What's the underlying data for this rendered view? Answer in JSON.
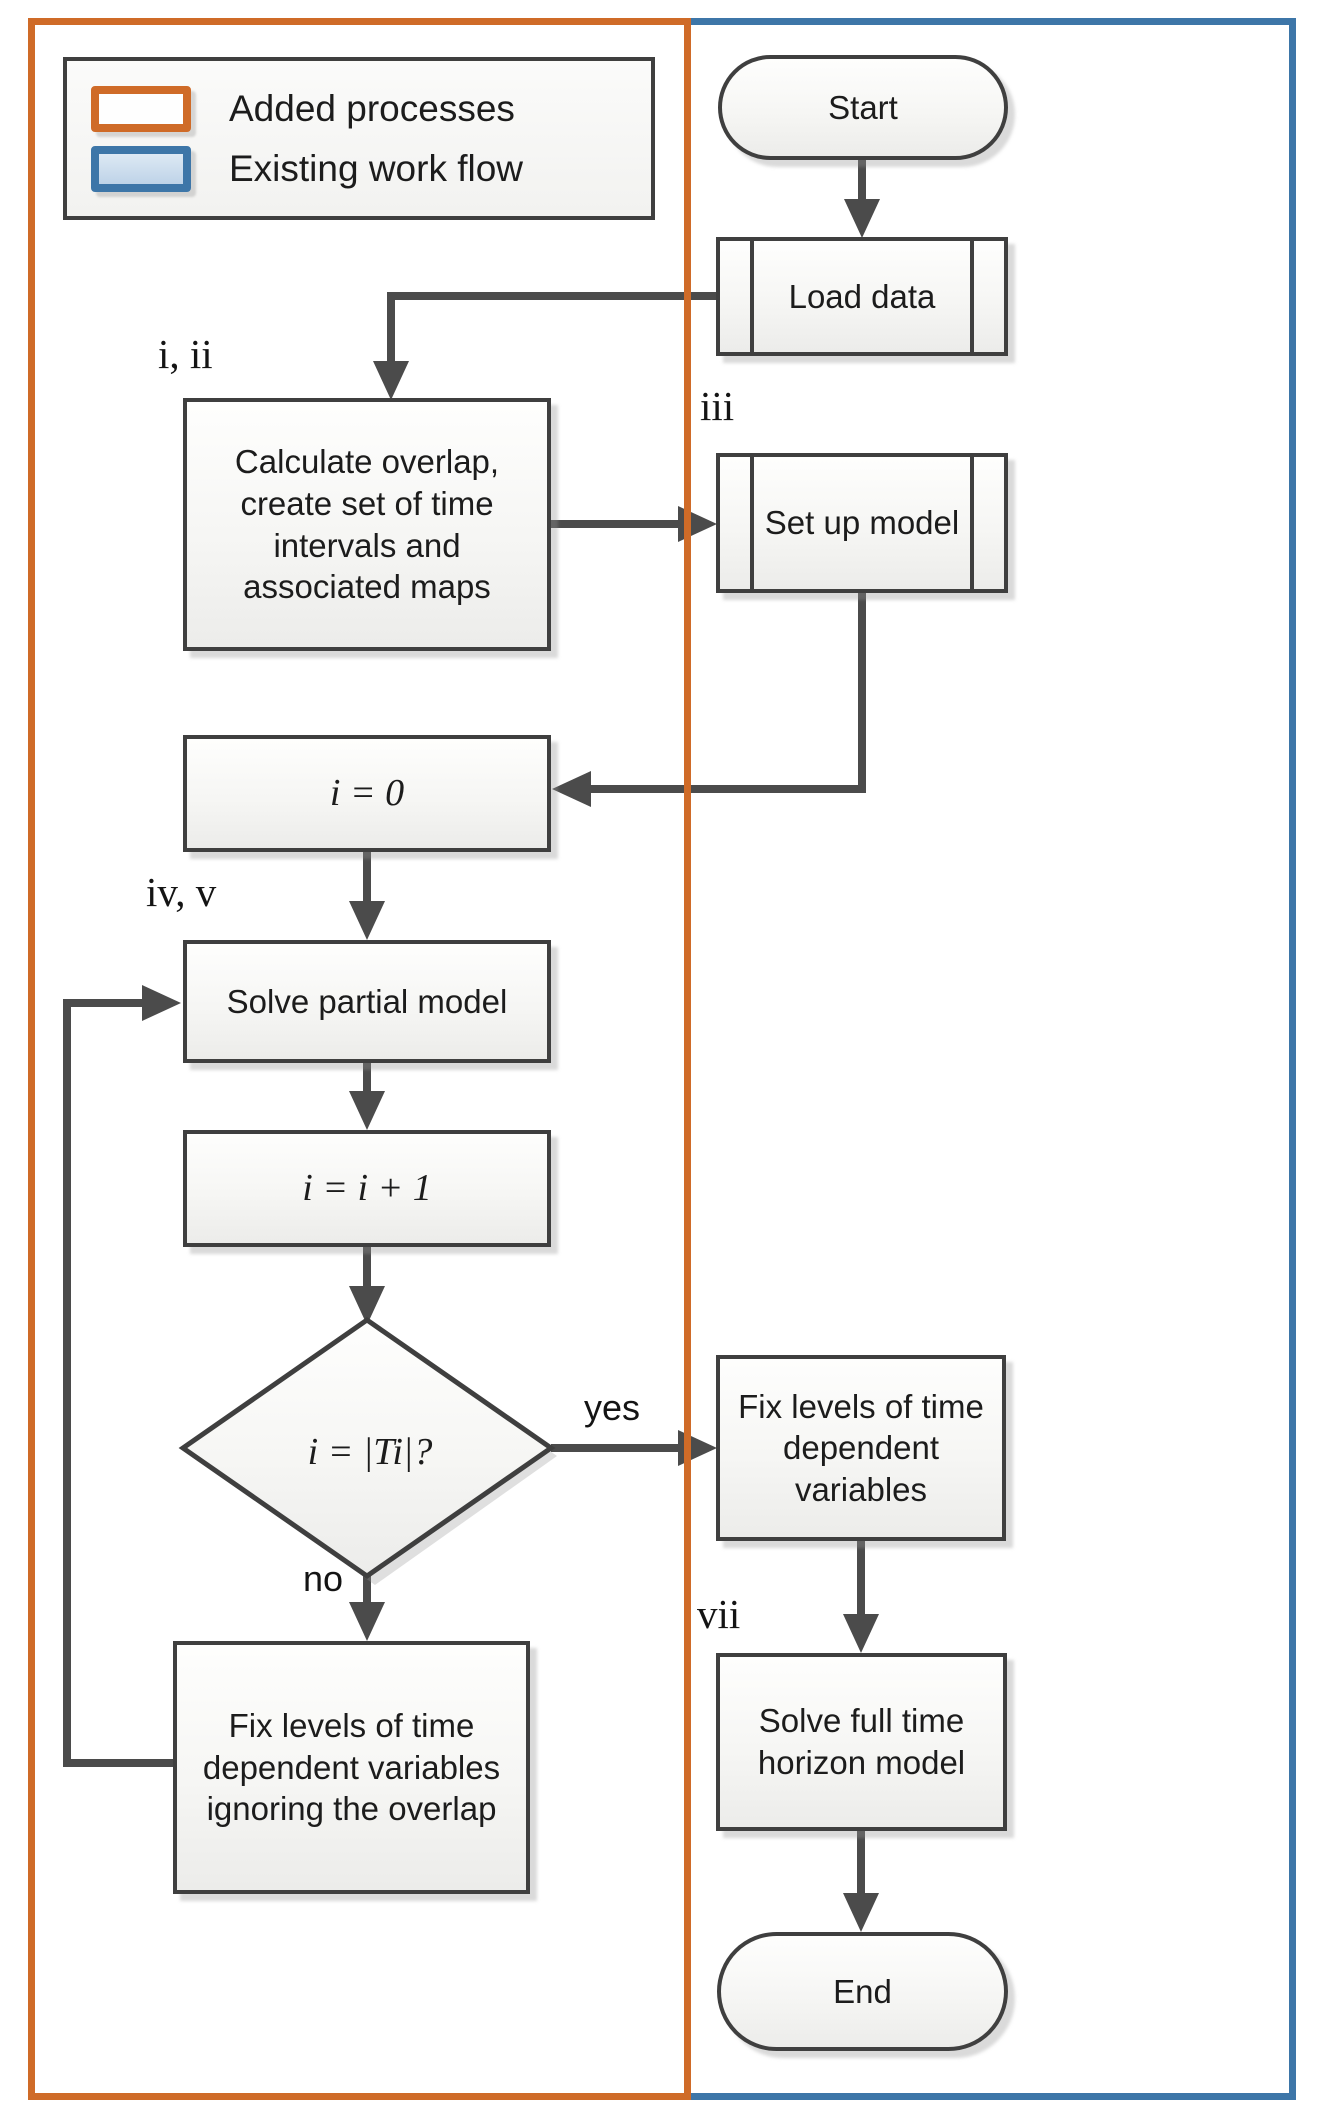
{
  "legend": {
    "items": [
      {
        "label": "Added processes",
        "swatch": "orange-outline-swatch",
        "color": "#cf6b28"
      },
      {
        "label": "Existing work flow",
        "swatch": "blue-filled-swatch",
        "color": "#3d76a8"
      }
    ]
  },
  "nodes": {
    "start": {
      "type": "terminator",
      "label": "Start"
    },
    "load_data": {
      "type": "predefined-process",
      "label": "Load data"
    },
    "calc_overlap": {
      "type": "process",
      "label": "Calculate overlap, create set of time intervals and associated maps"
    },
    "setup_model": {
      "type": "predefined-process",
      "label": "Set up model"
    },
    "i_zero": {
      "type": "process",
      "label": "i = 0"
    },
    "solve_partial": {
      "type": "process",
      "label": "Solve partial model"
    },
    "i_increment": {
      "type": "process",
      "label": "i = i + 1"
    },
    "decision": {
      "type": "decision",
      "label": "i = |Ti|?"
    },
    "fix_levels": {
      "type": "process",
      "label": "Fix levels of time dependent variables"
    },
    "solve_full": {
      "type": "process",
      "label": "Solve full time horizon model"
    },
    "fix_levels_ignore": {
      "type": "process",
      "label": "Fix levels of time dependent variables ignoring the overlap"
    },
    "end": {
      "type": "terminator",
      "label": "End"
    }
  },
  "annotations": {
    "calc_overlap": "i, ii",
    "setup_model": "iii",
    "solve_partial": "iv, v",
    "solve_full": "vii"
  },
  "edges": {
    "yes_label": "yes",
    "no_label": "no"
  },
  "colors": {
    "accent_orange": "#cf6b28",
    "accent_blue": "#3d76a8",
    "node_border": "#3f3f3f",
    "arrow": "#4b4b4b",
    "text": "#1c1c1c"
  }
}
